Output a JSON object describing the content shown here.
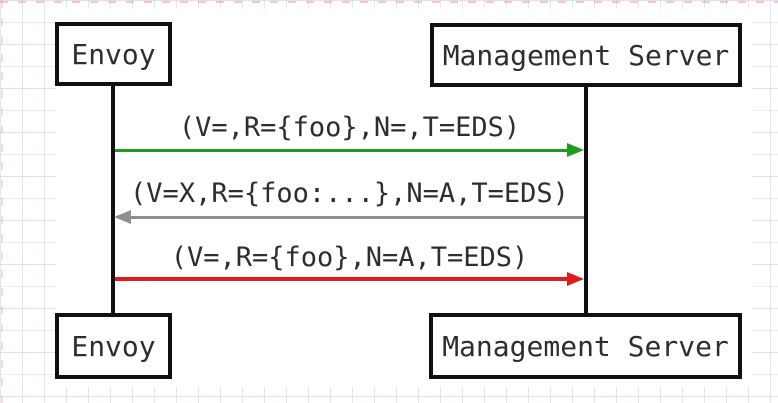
{
  "diagram_type": "sequence-diagram",
  "actors": {
    "top_left": "Envoy",
    "top_right": "Management Server",
    "bottom_left": "Envoy",
    "bottom_right": "Management Server"
  },
  "messages": [
    {
      "label": "(V=,R={foo},N=,T=EDS)",
      "from": "Envoy",
      "to": "Management Server",
      "direction": "left-to-right",
      "color": "#219a21"
    },
    {
      "label": "(V=X,R={foo:...},N=A,T=EDS)",
      "from": "Management Server",
      "to": "Envoy",
      "direction": "right-to-left",
      "color": "#8f8f8f"
    },
    {
      "label": "(V=,R={foo},N=A,T=EDS)",
      "from": "Envoy",
      "to": "Management Server",
      "direction": "left-to-right",
      "color": "#e01b1b"
    }
  ],
  "colors": {
    "box_border": "#101010",
    "lifeline": "#101010",
    "text": "#2e2e2e",
    "background": "#ffffff",
    "grid_blue": "#adc4e9",
    "grid_pink": "#ebafbe"
  }
}
